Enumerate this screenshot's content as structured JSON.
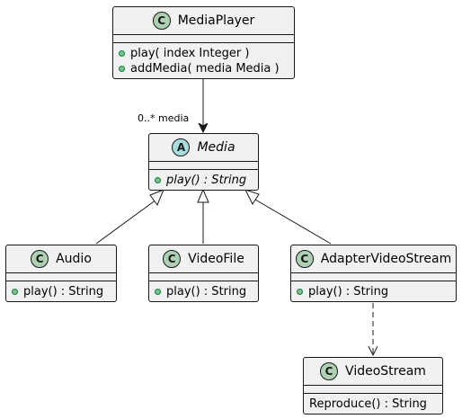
{
  "classes": {
    "media_player": {
      "badge": "C",
      "name": "MediaPlayer",
      "members": [
        "play( index Integer )",
        "addMedia( media Media )"
      ]
    },
    "media": {
      "badge": "A",
      "name": "Media",
      "members": [
        "play() : String"
      ]
    },
    "audio": {
      "badge": "C",
      "name": "Audio",
      "members": [
        "play() : String"
      ]
    },
    "video_file": {
      "badge": "C",
      "name": "VideoFile",
      "members": [
        "play() : String"
      ]
    },
    "adapter_video_stream": {
      "badge": "C",
      "name": "AdapterVideoStream",
      "members": [
        "play() : String"
      ]
    },
    "video_stream": {
      "badge": "C",
      "name": "VideoStream",
      "members": [
        "Reproduce() : String"
      ]
    }
  },
  "relations": {
    "association_multiplicity": "0..* media"
  },
  "colors": {
    "class_fill": "#f1f1f1",
    "border": "#181818",
    "class_badge": "#add1b2",
    "abstract_badge": "#a9dcdf",
    "visibility_fill": "#84be84"
  }
}
